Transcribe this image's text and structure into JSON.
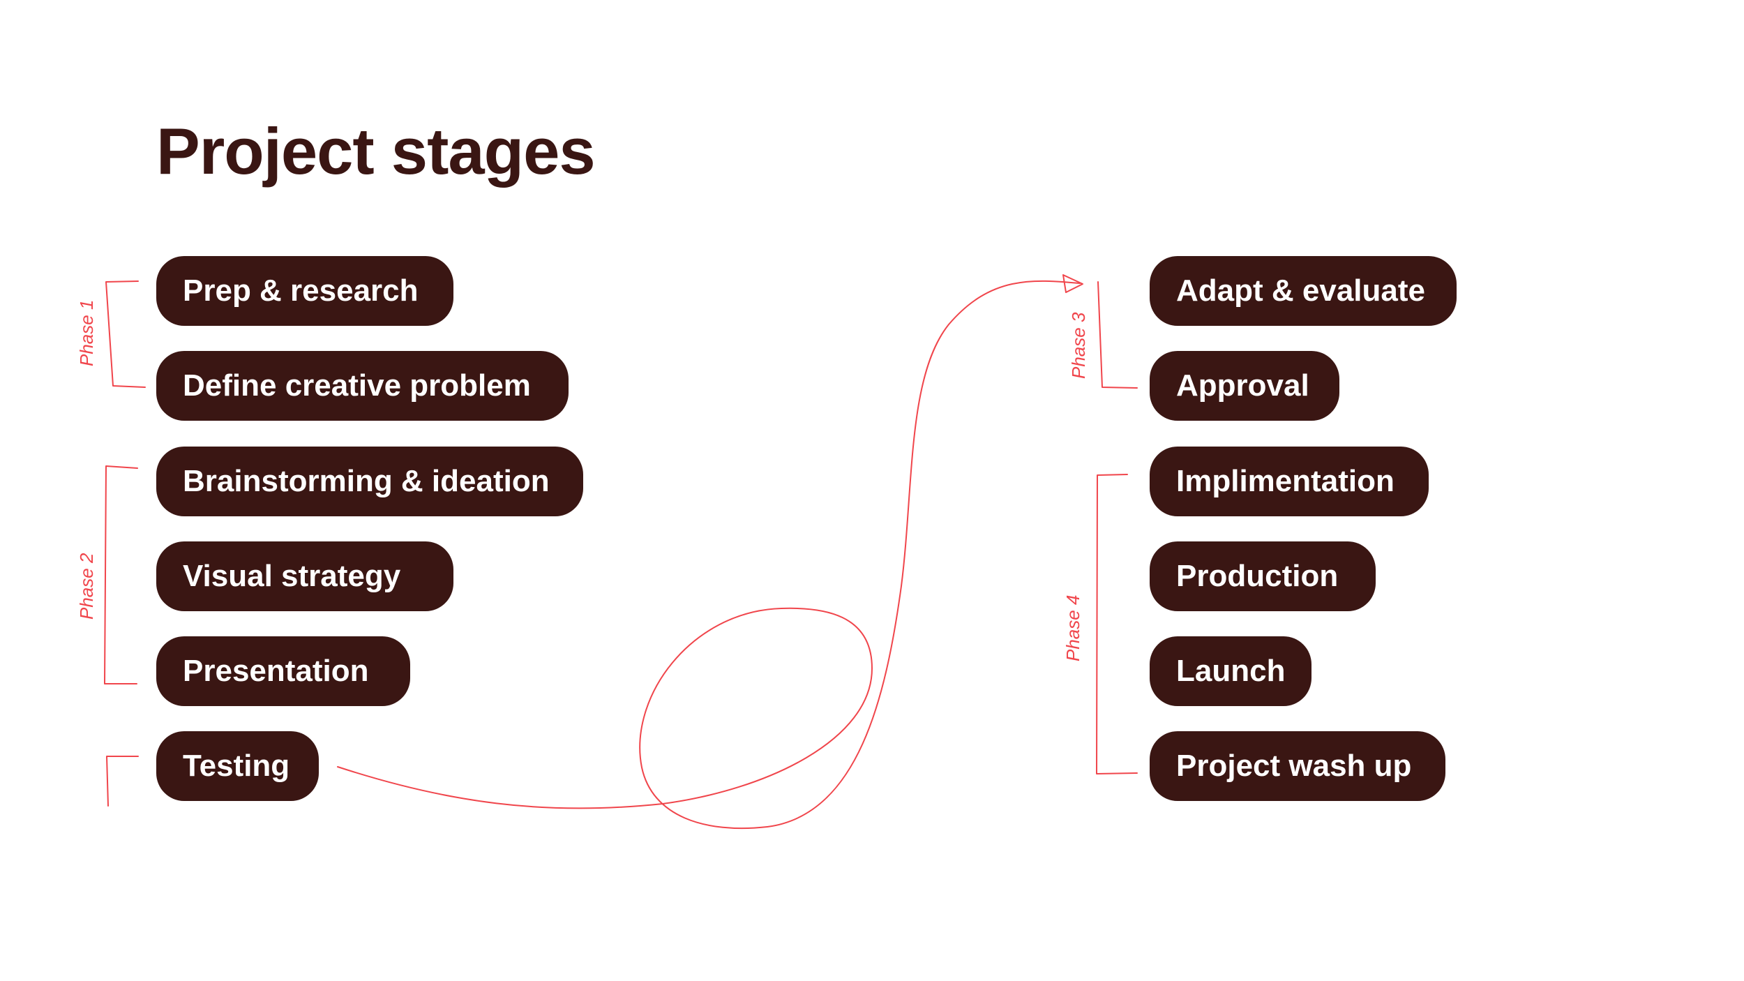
{
  "title": "Project stages",
  "colors": {
    "pill_background": "#3a1613",
    "pill_text": "#ffffff",
    "title": "#3a1613",
    "annotation": "#f0454b"
  },
  "left_stages": [
    "Prep & research",
    "Define creative problem",
    "Brainstorming & ideation",
    "Visual strategy",
    "Presentation",
    "Testing"
  ],
  "right_stages": [
    "Adapt & evaluate",
    "Approval",
    "Implimentation",
    "Production",
    "Launch",
    "Project wash up"
  ],
  "phases": [
    "Phase 1",
    "Phase 2",
    "Phase 3",
    "Phase 4"
  ]
}
